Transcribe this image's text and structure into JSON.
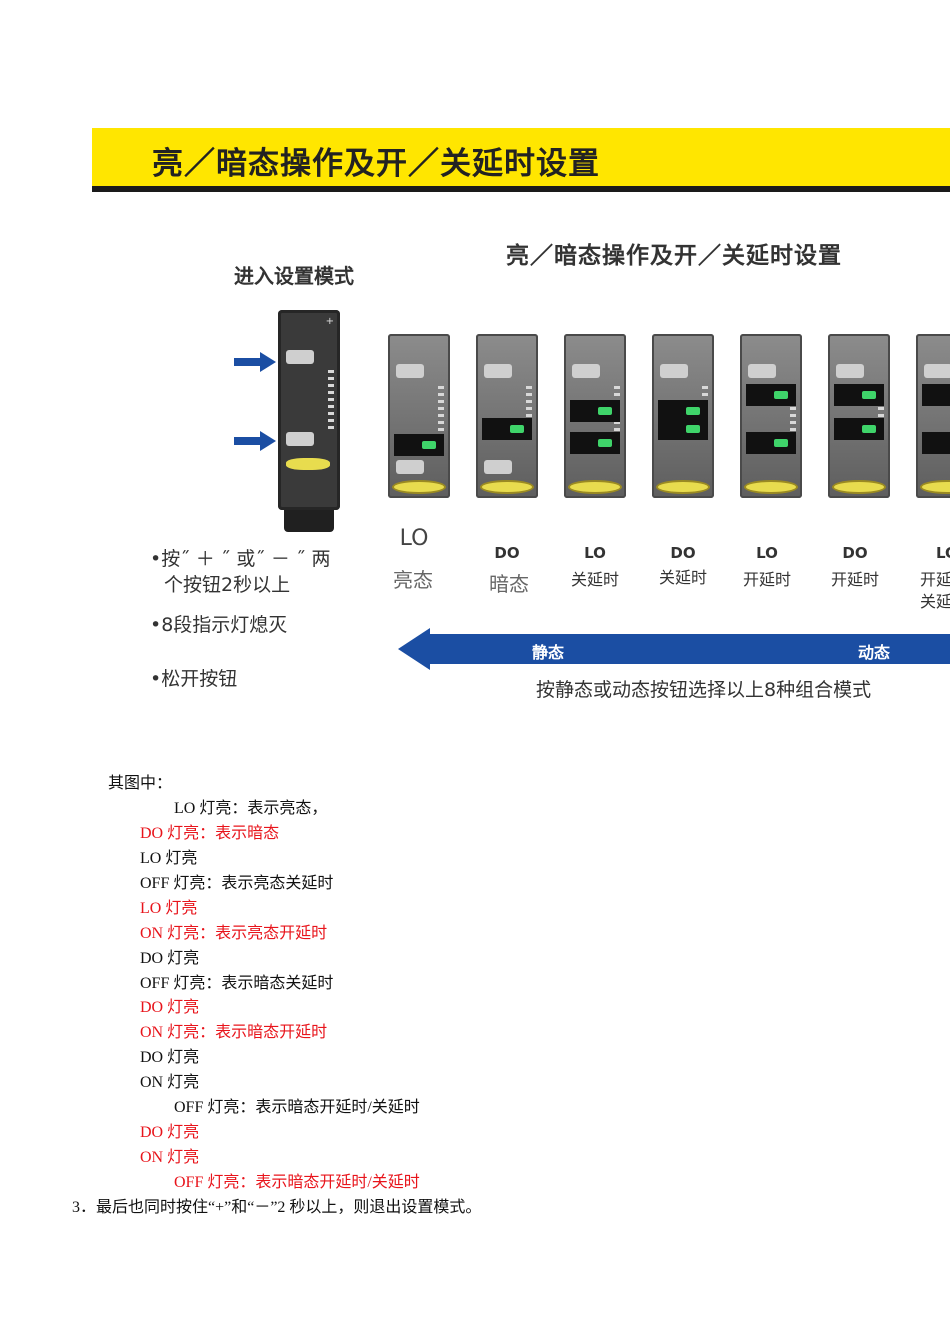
{
  "figure": {
    "banner_title": "亮／暗态操作及开／关延时设置",
    "sub_title": "亮／暗态操作及开／关延时设置",
    "enter_title": "进入设置模式",
    "sensor_plus": "+",
    "captions": [
      {
        "a": "LO",
        "b": "亮态"
      },
      {
        "a": "DO",
        "b": "暗态"
      },
      {
        "a": "LO",
        "b": "关延时"
      },
      {
        "a": "DO",
        "b": "关延时"
      },
      {
        "a": "LO",
        "b": "开延时"
      },
      {
        "a": "DO",
        "b": "开延时"
      },
      {
        "a": "LO",
        "b": "开延",
        "c": "关延"
      }
    ],
    "bullets": [
      {
        "line1": "•按˝ ＋ ˝ 或˝ － ˝ 两",
        "line2": "个按钮2秒以上"
      },
      {
        "line1": "•8段指示灯熄灭"
      },
      {
        "line1": "•松开按钮"
      }
    ],
    "band_static": "静态",
    "band_dynamic": "动态",
    "select_text": "按静态或动态按钮选择以上8种组合模式"
  },
  "text": {
    "intro": "其图中：",
    "lines": [
      {
        "text": "LO 灯亮：表示亮态，",
        "color": "black"
      },
      {
        "text": "DO 灯亮：表示暗态",
        "color": "red"
      },
      {
        "text": "LO 灯亮",
        "color": "black"
      },
      {
        "text": "OFF 灯亮：表示亮态关延时",
        "color": "black"
      },
      {
        "text": "LO 灯亮",
        "color": "red"
      },
      {
        "text": "ON 灯亮：表示亮态开延时",
        "color": "red"
      },
      {
        "text": "DO 灯亮",
        "color": "black"
      },
      {
        "text": "OFF 灯亮：表示暗态关延时",
        "color": "black"
      },
      {
        "text": "DO 灯亮",
        "color": "red"
      },
      {
        "text": "ON 灯亮：表示暗态开延时",
        "color": "red"
      },
      {
        "text": "DO 灯亮",
        "color": "black"
      },
      {
        "text": "ON 灯亮",
        "color": "black"
      },
      {
        "text": "OFF 灯亮：表示暗态开延时/关延时",
        "color": "black"
      },
      {
        "text": "DO 灯亮",
        "color": "red"
      },
      {
        "text": "ON 灯亮",
        "color": "red"
      },
      {
        "text": "OFF 灯亮：表示暗态开延时/关延时",
        "color": "red"
      }
    ],
    "final": "3．最后也同时按住“+”和“－”2 秒以上，则退出设置模式。"
  },
  "colors": {
    "banner": "#ffe600",
    "arrow": "#1b4ea3",
    "red_text": "#e8141b"
  }
}
